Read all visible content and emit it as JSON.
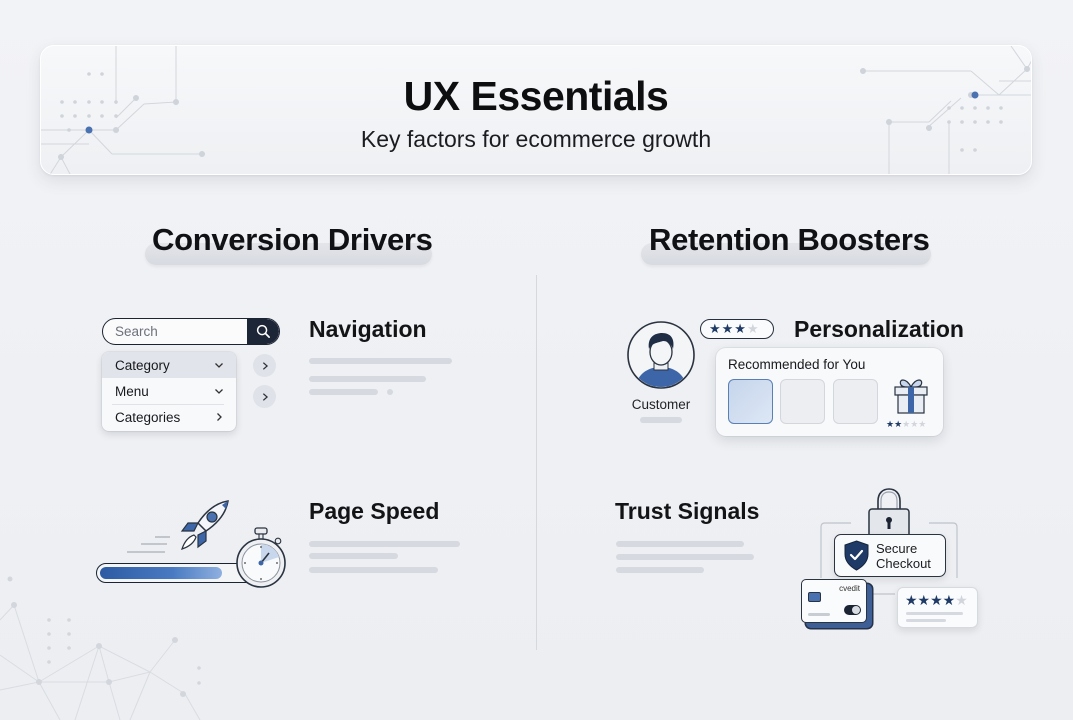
{
  "header": {
    "title": "UX Essentials",
    "subtitle": "Key factors for ecommerce growth"
  },
  "sections": {
    "left": {
      "title": "Conversion Drivers",
      "features": [
        {
          "title": "Navigation",
          "search_placeholder": "Search",
          "menu_items": [
            {
              "label": "Category",
              "indicator": "chevron-down",
              "active": true
            },
            {
              "label": "Menu",
              "indicator": "chevron-down",
              "active": false
            },
            {
              "label": "Categories",
              "indicator": "chevron-right",
              "active": false
            }
          ]
        },
        {
          "title": "Page Speed",
          "progress_percent": 78,
          "icons": [
            "rocket-icon",
            "stopwatch-icon"
          ]
        }
      ]
    },
    "right": {
      "title": "Retention Boosters",
      "features": [
        {
          "title": "Personalization",
          "customer_label": "Customer",
          "bubble_rating": {
            "filled": 3,
            "total": 4
          },
          "recommendation_title": "Recommended for You",
          "gift_rating": {
            "filled": 2,
            "total": 5
          }
        },
        {
          "title": "Trust Signals",
          "badge_text_line1": "Secure",
          "badge_text_line2": "Checkout",
          "card_label": "cvedit",
          "review_rating": {
            "filled": 4,
            "total": 5
          }
        }
      ]
    }
  },
  "colors": {
    "accent_blue": "#3d66a8",
    "navy": "#1c2636",
    "background": "#eff0f3",
    "skeleton": "#d6d9df"
  }
}
